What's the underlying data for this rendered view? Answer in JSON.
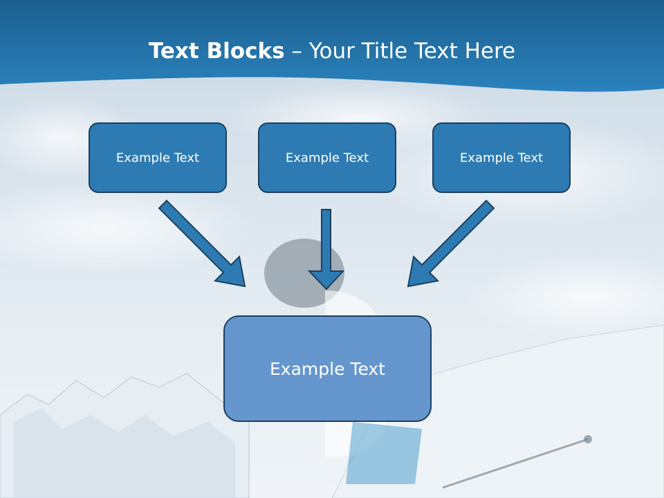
{
  "title": {
    "bold": "Text Blocks",
    "rest": " – Your Title Text Here"
  },
  "blocks": [
    {
      "label": "Example Text"
    },
    {
      "label": "Example Text"
    },
    {
      "label": "Example Text"
    }
  ],
  "target": {
    "label": "Example Text"
  },
  "colors": {
    "header": "#2a6fa3",
    "box_fill": "#2e7bb3",
    "target_fill": "#6596cd",
    "border": "#1c3f5e"
  }
}
